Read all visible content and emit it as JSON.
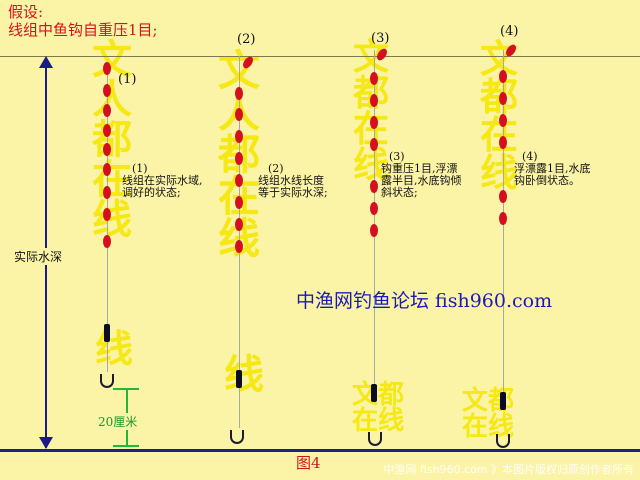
{
  "title": {
    "line1": "假设:",
    "line2": "线组中鱼钩自重压1目;"
  },
  "depth_label": "实际水深",
  "rig_labels": [
    "(1)",
    "(2)",
    "(3)",
    "(4)"
  ],
  "bead_labels": [
    "(1)"
  ],
  "annotations": [
    {
      "num": "(1)",
      "lines": [
        "线组在实际水域,",
        "调好的状态;"
      ]
    },
    {
      "num": "(2)",
      "lines": [
        "线组水线长度",
        "等于实际水深;"
      ]
    },
    {
      "num": "(3)",
      "lines": [
        "钩重压1目,浮漂",
        "露半目,水底钩倾",
        "斜状态;"
      ]
    },
    {
      "num": "(4)",
      "lines": [
        "浮漂露1目,水底",
        "钩卧倒状态。"
      ]
    }
  ],
  "measure_label": "20厘米",
  "forum_text": "中渔网钓鱼论坛 fish960.com",
  "figure_label": "图4",
  "watermark": "中渔网 fish960.com 》本图片版权归原创作者所有",
  "wm_text": {
    "word1": [
      "文",
      "都",
      "在",
      "线"
    ]
  },
  "colors": {
    "background": "#fbf3a6",
    "bead": "#d40f1f",
    "accent_red": "#d0161c",
    "watermark_yellow": "#f5e814",
    "measure_green": "#1fb83a"
  }
}
